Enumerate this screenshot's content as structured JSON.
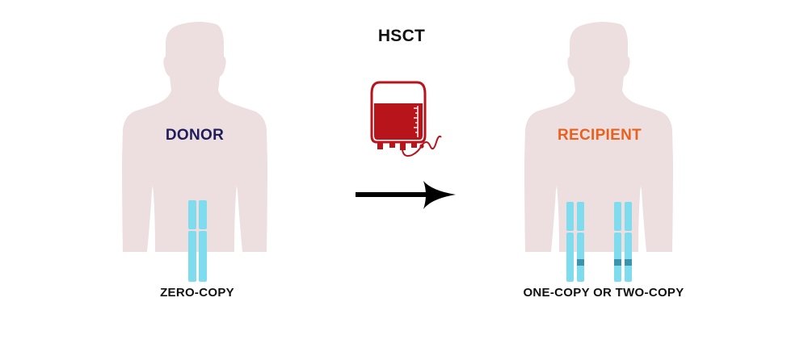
{
  "title": "HSCT",
  "arrow": {
    "direction": "right",
    "meaning": "transplant from donor to recipient"
  },
  "icons": {
    "blood_bag": "blood-bag-icon"
  },
  "donor": {
    "label": "DONOR",
    "label_color": "#1f1d5c",
    "caption": "ZERO-COPY",
    "chromosome_pairs": 1,
    "marked_bands": 0
  },
  "recipient": {
    "label": "RECIPIENT",
    "label_color": "#e8611f",
    "caption": "ONE-COPY OR TWO-COPY",
    "chromosome_pairs": 2,
    "marked_bands": [
      1,
      2
    ]
  },
  "colors": {
    "body": "#eddfe0",
    "chromosome": "#7fdcef",
    "band": "#3b93ad",
    "blood": "#b8141b",
    "arrow": "#000000"
  }
}
